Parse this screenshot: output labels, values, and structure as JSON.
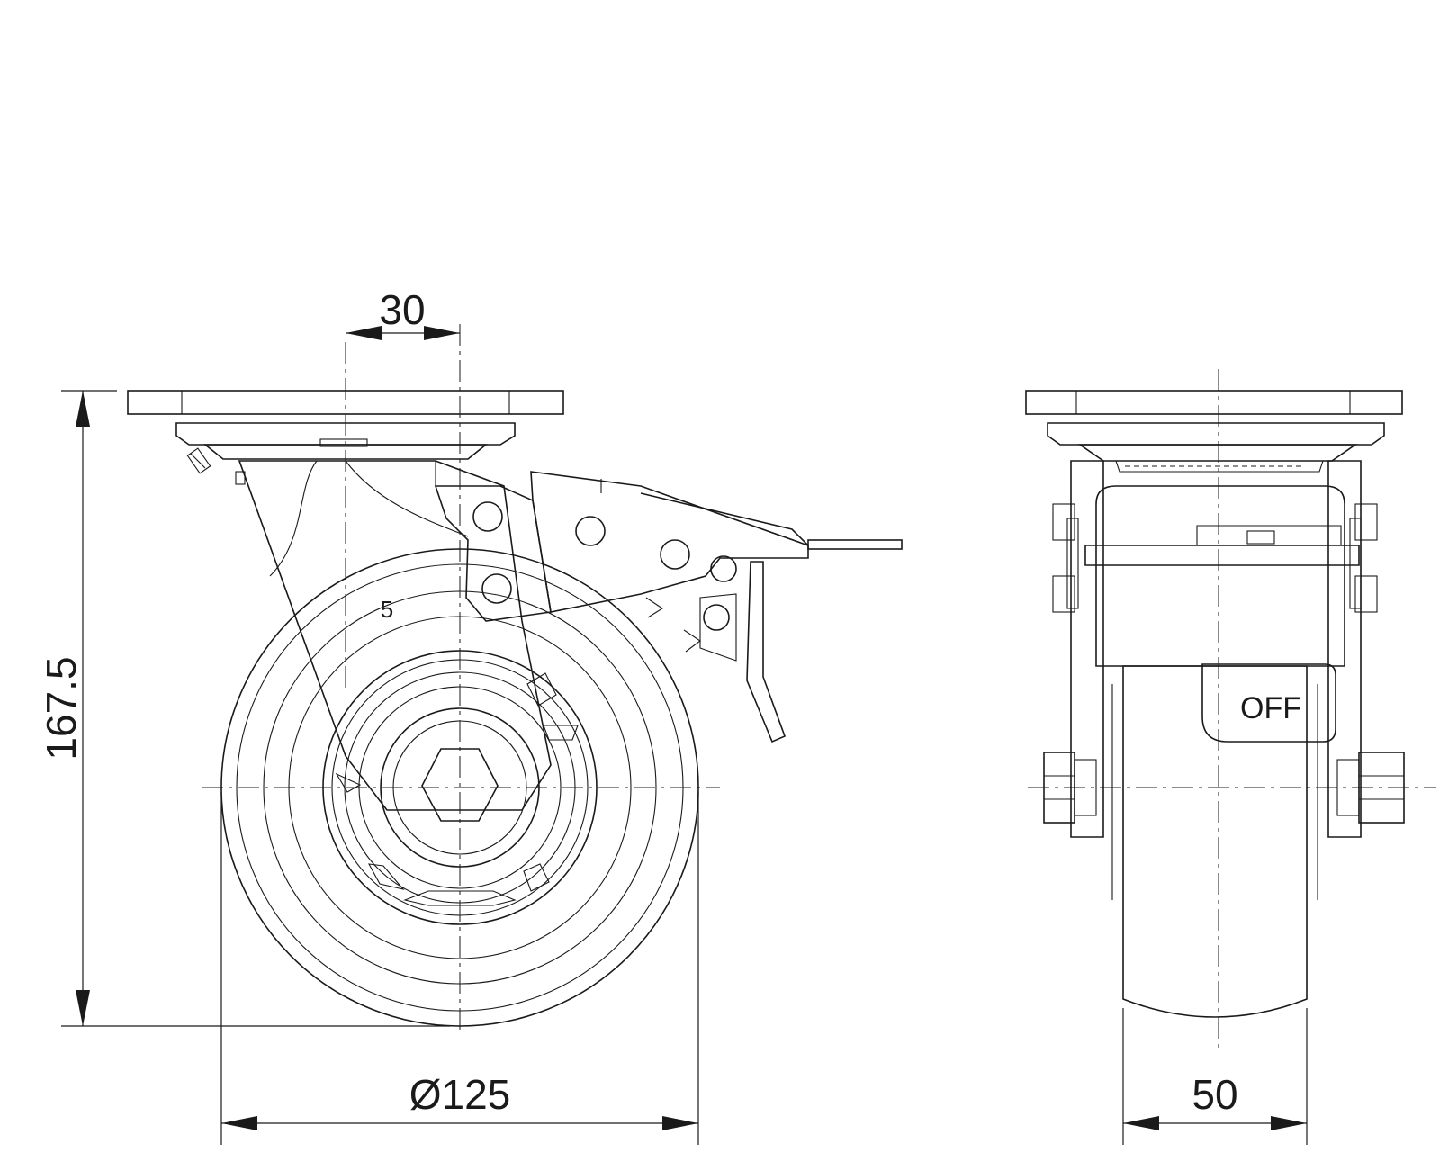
{
  "drawing": {
    "dimensions": {
      "offset": "30",
      "height": "167.5",
      "wheel_diameter": "Ø125",
      "wheel_width": "50"
    },
    "labels": {
      "stamp": "5",
      "brake_state": "OFF"
    },
    "color_line": "#1a1a1a"
  }
}
